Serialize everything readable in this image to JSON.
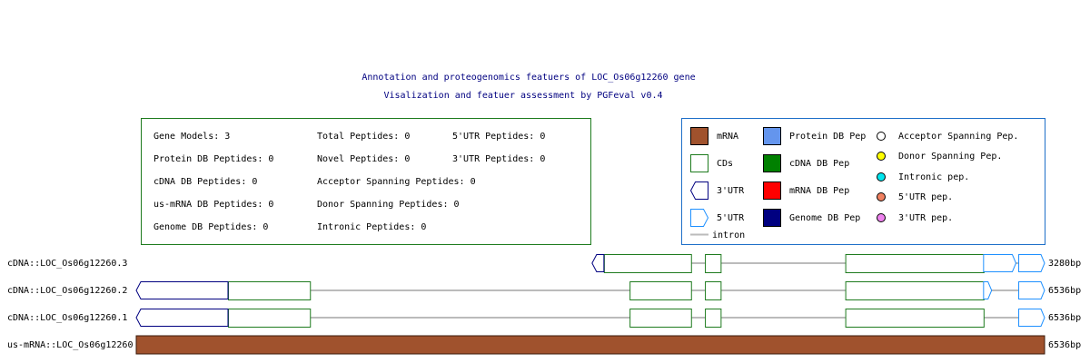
{
  "titles": {
    "line1": "Annotation and proteogenomics featuers of LOC_Os06g12260 gene",
    "line2": "Visalization and featuer assessment by PGFeval v0.4"
  },
  "stats": [
    {
      "label": "Gene Models: 3"
    },
    {
      "label": "Total Peptides: 0"
    },
    {
      "label": "5'UTR Peptides: 0"
    },
    {
      "label": "Protein DB Peptides: 0"
    },
    {
      "label": "Novel Peptides: 0"
    },
    {
      "label": "3'UTR Peptides: 0"
    },
    {
      "label": "cDNA DB Peptides: 0"
    },
    {
      "label": "Acceptor Spanning Peptides: 0"
    },
    {
      "label": "us-mRNA DB Peptides: 0"
    },
    {
      "label": "Donor Spanning Peptides: 0"
    },
    {
      "label": "Genome DB Peptides: 0"
    },
    {
      "label": "Intronic Peptides: 0"
    }
  ],
  "legend": [
    {
      "key": "mrna",
      "label": "mRNA",
      "symbol": "rect-fill",
      "color": "#a0522d",
      "stroke": "#000000"
    },
    {
      "key": "cds",
      "label": "CDs",
      "symbol": "rect-outline",
      "color": "#ffffff",
      "stroke": "#1e7b1e"
    },
    {
      "key": "utr3",
      "label": "3'UTR",
      "symbol": "utr3",
      "color": "#ffffff",
      "stroke": "#000080"
    },
    {
      "key": "utr5",
      "label": "5'UTR",
      "symbol": "utr5",
      "color": "#ffffff",
      "stroke": "#1e90ff"
    },
    {
      "key": "intron",
      "label": "intron",
      "symbol": "line",
      "color": "#bbbbbb",
      "stroke": "#bbbbbb"
    },
    {
      "key": "protein_db",
      "label": "Protein DB Pep",
      "symbol": "rect-fill",
      "color": "#6495ed",
      "stroke": "#000000"
    },
    {
      "key": "cdna_db",
      "label": "cDNA DB Pep",
      "symbol": "rect-fill",
      "color": "#008000",
      "stroke": "#000000"
    },
    {
      "key": "mrna_db",
      "label": "mRNA DB Pep",
      "symbol": "rect-fill",
      "color": "#ff0000",
      "stroke": "#000000"
    },
    {
      "key": "genome_db",
      "label": "Genome DB Pep",
      "symbol": "rect-fill",
      "color": "#000080",
      "stroke": "#000000"
    },
    {
      "key": "acceptor",
      "label": "Acceptor Spanning Pep.",
      "symbol": "circle",
      "color": "#ffffff",
      "stroke": "#000000"
    },
    {
      "key": "donor",
      "label": "Donor Spanning Pep.",
      "symbol": "circle",
      "color": "#ffff00",
      "stroke": "#000000"
    },
    {
      "key": "intronic",
      "label": "Intronic pep.",
      "symbol": "circle",
      "color": "#00e5ee",
      "stroke": "#000000"
    },
    {
      "key": "utr5pep",
      "label": "5'UTR pep.",
      "symbol": "circle",
      "color": "#f08060",
      "stroke": "#000000"
    },
    {
      "key": "utr3pep",
      "label": "3'UTR pep.",
      "symbol": "circle",
      "color": "#ee82ee",
      "stroke": "#000000"
    }
  ],
  "genome_length_bp": 6536,
  "tracks": [
    {
      "name": "cDNA::LOC_Os06g12260.3",
      "length_label": "3280bp",
      "intron_span_bp": [
        3280,
        6536
      ],
      "utr3": [
        [
          3280,
          3365
        ]
      ],
      "cds": [
        [
          3365,
          3992
        ],
        [
          4092,
          4205
        ],
        [
          5102,
          6097
        ]
      ],
      "utr5": [
        [
          6097,
          6330
        ],
        [
          6350,
          6536
        ]
      ]
    },
    {
      "name": "cDNA::LOC_Os06g12260.2",
      "length_label": "6536bp",
      "intron_span_bp": [
        0,
        6536
      ],
      "utr3": [
        [
          0,
          660
        ]
      ],
      "cds": [
        [
          660,
          1250
        ],
        [
          3550,
          3992
        ],
        [
          4092,
          4205
        ],
        [
          5102,
          6097
        ]
      ],
      "utr5": [
        [
          6097,
          6155
        ],
        [
          6350,
          6536
        ]
      ]
    },
    {
      "name": "cDNA::LOC_Os06g12260.1",
      "length_label": "6536bp",
      "intron_span_bp": [
        0,
        6536
      ],
      "utr3": [
        [
          0,
          660
        ]
      ],
      "cds": [
        [
          660,
          1250
        ],
        [
          3550,
          3992
        ],
        [
          4092,
          4205
        ],
        [
          5102,
          6097
        ]
      ],
      "utr5": [
        [
          6350,
          6536
        ]
      ]
    },
    {
      "name": "us-mRNA::LOC_Os06g12260",
      "length_label": "6536bp",
      "mrna": [
        [
          0,
          6536
        ]
      ]
    }
  ],
  "colors": {
    "title": "#000080",
    "stats_box": "#1e7b1e",
    "legend_box": "#1e6fc8",
    "cds_stroke": "#1e7b1e",
    "utr3_stroke": "#000080",
    "utr5_stroke": "#1e90ff",
    "intron": "#bbbbbb",
    "mrna_fill": "#a0522d"
  }
}
